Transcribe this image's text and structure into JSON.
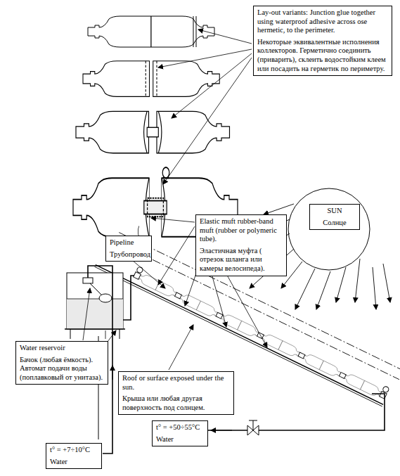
{
  "diagram": {
    "nodes": [
      {
        "text": [
          "Lay-out variants: Junction glue together using waterproof adhesive across ose hermetic, to the perimeter.",
          "Некоторые эквивалентные исполнения коллекторов. Герметично соединить (приварить), склеить водостойким клеем или посадить на герметик по периметру."
        ]
      },
      {
        "text": [
          "SUN",
          "Солнце"
        ]
      },
      {
        "text": [
          "Elastic muft rubber-band muft (rubber or polymeric tube).",
          "Эластичная муфта ( отрезок шланга или камеры велосипеда)."
        ]
      },
      {
        "text": [
          "Pipeline",
          "Трубопровод"
        ]
      },
      {
        "text": [
          "Water reservoir",
          "Бачок (любая ёмкость). Автомат подачи воды (поплавковый от унитаза)."
        ]
      },
      {
        "text": [
          "Roof or surface exposed under the sun.",
          "Крыша или любая другая поверхность под солнцем."
        ]
      },
      {
        "text": [
          "t° = +7÷10°C",
          "Water"
        ]
      },
      {
        "text": [
          "t° = +50÷55°C",
          "Water"
        ]
      }
    ]
  }
}
